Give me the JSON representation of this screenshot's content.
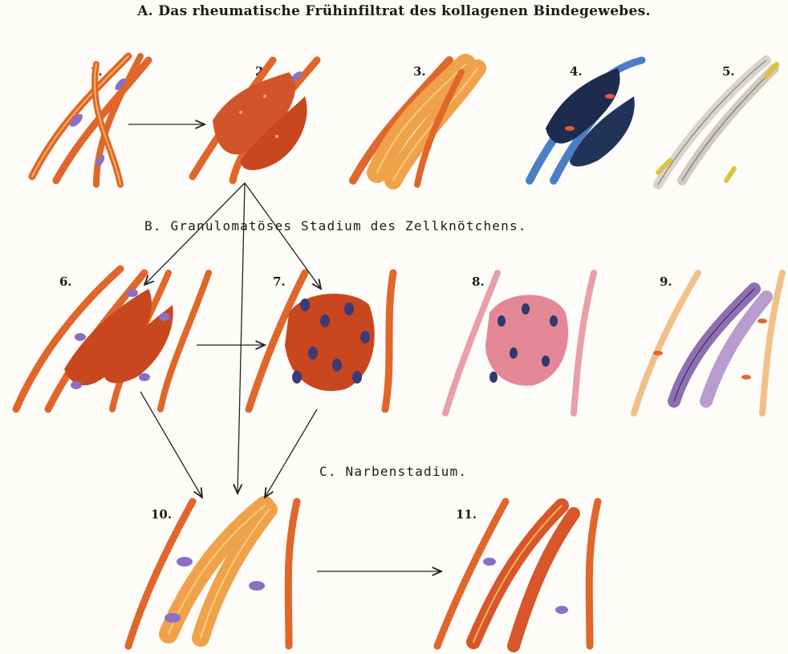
{
  "headings": {
    "a": "A. Das rheumatische Frühinfiltrat des kollagenen Bindegewebes.",
    "b": "B. Granulomatöses Stadium des Zellknötchens.",
    "c": "C. Narbenstadium."
  },
  "figure_numbers": [
    "1.",
    "2.",
    "3.",
    "4.",
    "5.",
    "6.",
    "7.",
    "8.",
    "9.",
    "10.",
    "11."
  ],
  "colors": {
    "fiber_orange": "#e0662a",
    "fiber_highlight": "#f3b25a",
    "dark_red_infiltrate": "#c8471f",
    "nucleus_violet": "#8a6fc4",
    "nucleus_dark": "#3b3a7a",
    "blue_stain": "#4a7fc8",
    "dark_blue_stain": "#1c2b4e",
    "pink_stain": "#e7a0a7",
    "pale_fiber": "#f1c089",
    "yellow_fiber": "#e0c13a"
  }
}
